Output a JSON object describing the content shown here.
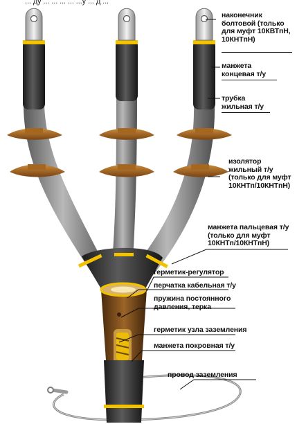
{
  "header_partial": "... ду ... ... ... ... ...у ... д ...",
  "labels": {
    "lug": "наконечник\nболтовой (только\nдля муфт 10КВТпН,\n10КНТпН)",
    "end_cuff": "манжета\nконцевая т/у",
    "core_tube": "трубка\nжильная т/у",
    "core_insulator": "изолятор\nжильный т/у\n(только для муфт\n10КНТп/10КНТпН)",
    "finger_cuff": "манжета пальцевая т/у\n(только для муфт\n10КНТп/10КНТпН)",
    "sealant_regulator": "герметик-регулятор",
    "cable_glove": "перчатка кабельная т/у",
    "spring": "пружина постоянного\nдавления, терка",
    "ground_sealant": "герметик узла заземления",
    "cover_cuff": "манжета покровная т/у",
    "ground_wire": "провод заземления"
  },
  "colors": {
    "insulator_bronze": "#a5661f",
    "band_yellow": "#f2c200",
    "cable_dark": "#2b2b2b",
    "tube_gray": "#8b8b8b",
    "glove_brown": "#7a4a1f",
    "lug_silver": "#d8d8d8"
  }
}
